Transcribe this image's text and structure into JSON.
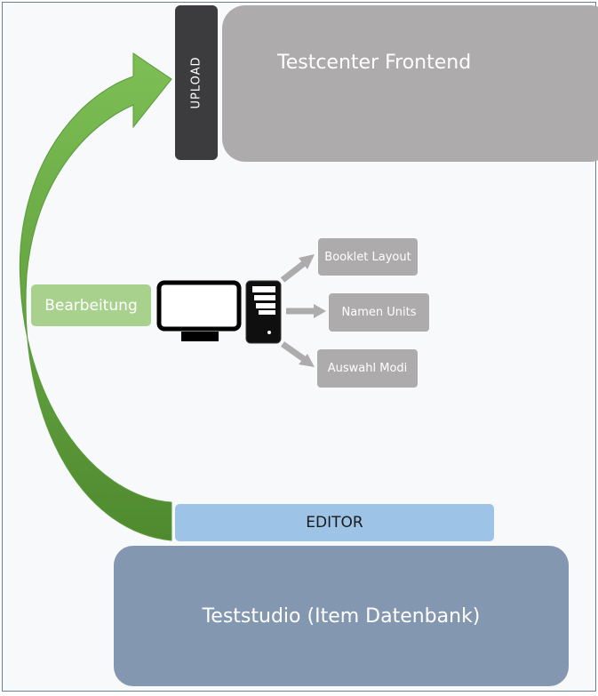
{
  "upload_label": "UPLOAD",
  "frontend_title": "Testcenter Frontend",
  "bearbeitung_label": "Bearbeitung",
  "options": [
    "Booklet Layout",
    "Namen Units",
    "Auswahl Modi"
  ],
  "editor_label": "EDITOR",
  "studio_title": "Teststudio (Item Datenbank)",
  "colors": {
    "upload": "#3c3c3e",
    "frontend": "#aeabad",
    "bearbeitung": "#a9d18e",
    "editor": "#9dc3e6",
    "studio": "#8497b0",
    "arrow_top": "#7dbf55",
    "arrow_bottom": "#4f8a2f",
    "option_arrows": "#aeabad"
  },
  "icons": [
    "monitor-icon",
    "server-tower-icon"
  ]
}
